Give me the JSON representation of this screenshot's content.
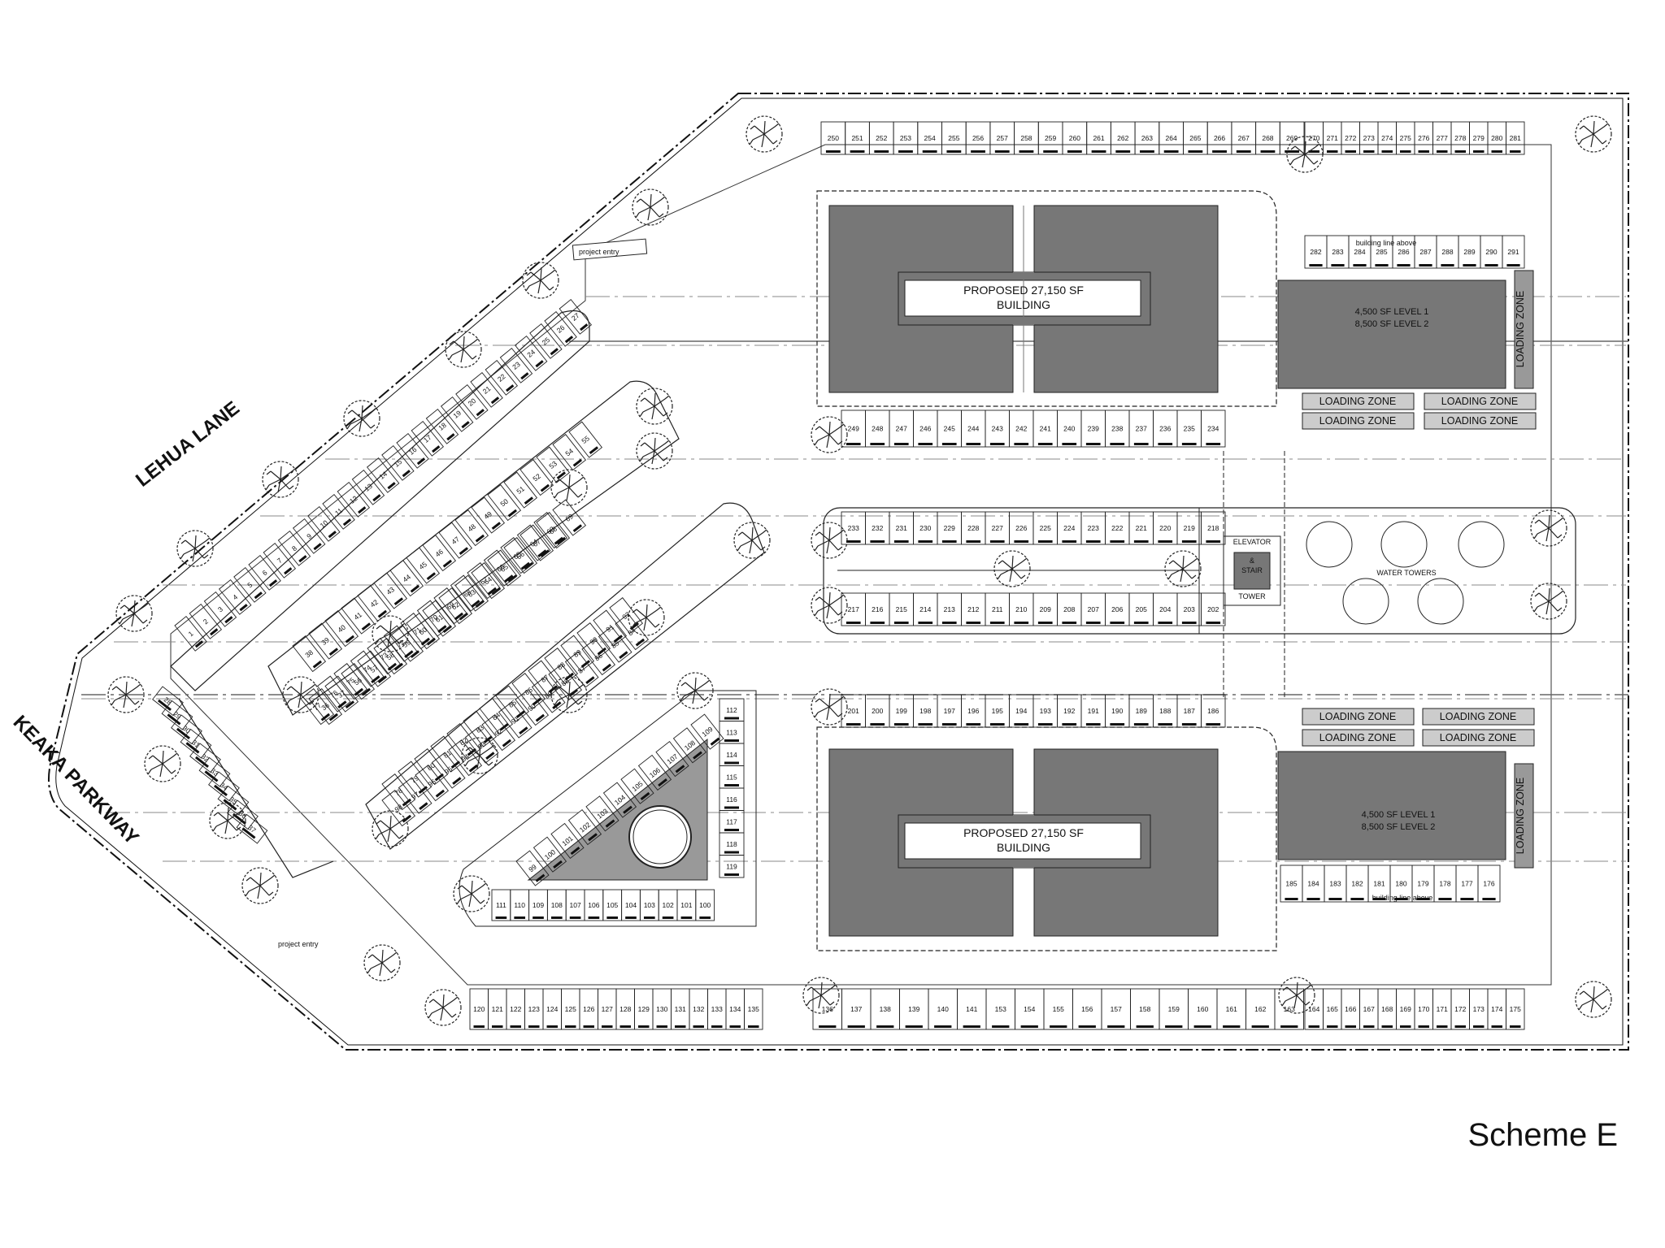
{
  "title": "Scheme E",
  "roads": {
    "lehua": "LEHUA LANE",
    "keaka": "KEAKA PARKWAY"
  },
  "project_entry": "project entry",
  "building_north": {
    "line1": "PROPOSED 27,150 SF",
    "line2": "BUILDING"
  },
  "building_south": {
    "line1": "PROPOSED 27,150 SF",
    "line2": "BUILDING"
  },
  "annex_north": {
    "line1": "4,500 SF LEVEL 1",
    "line2": "8,500 SF LEVEL 2"
  },
  "annex_south": {
    "line1": "4,500 SF LEVEL 1",
    "line2": "8,500 SF LEVEL 2"
  },
  "loading_zone": "LOADING ZONE",
  "building_line_above": "building line above",
  "water_towers": "WATER TOWERS",
  "elevator_tower": {
    "line1": "ELEVATOR",
    "line2": "&",
    "line3": "STAIR",
    "line4": "TOWER"
  },
  "stalls": {
    "top_row": [
      "250",
      "251",
      "252",
      "253",
      "254",
      "255",
      "256",
      "257",
      "258",
      "259",
      "260",
      "261",
      "262",
      "263",
      "264",
      "265",
      "266",
      "267",
      "268",
      "269"
    ],
    "top_right_row": [
      "270",
      "271",
      "272",
      "273",
      "274",
      "275",
      "276",
      "277",
      "278",
      "279",
      "280",
      "281"
    ],
    "annex_north_row": [
      "282",
      "283",
      "284",
      "285",
      "286",
      "287",
      "288",
      "289",
      "290",
      "291"
    ],
    "north_building_row": [
      "249",
      "248",
      "247",
      "246",
      "245",
      "244",
      "243",
      "242",
      "241",
      "240",
      "239",
      "238",
      "237",
      "236",
      "235",
      "234"
    ],
    "center_north_row": [
      "233",
      "232",
      "231",
      "230",
      "229",
      "228",
      "227",
      "226",
      "225",
      "224",
      "223",
      "222",
      "221",
      "220",
      "219",
      "218"
    ],
    "center_south_row": [
      "217",
      "216",
      "215",
      "214",
      "213",
      "212",
      "211",
      "210",
      "209",
      "208",
      "207",
      "206",
      "205",
      "204",
      "203",
      "202"
    ],
    "south_building_row": [
      "201",
      "200",
      "199",
      "198",
      "197",
      "196",
      "195",
      "194",
      "193",
      "192",
      "191",
      "190",
      "189",
      "188",
      "187",
      "186"
    ],
    "annex_south_row": [
      "185",
      "184",
      "183",
      "182",
      "181",
      "180",
      "179",
      "178",
      "177",
      "176"
    ],
    "bottom_left_row": [
      "120",
      "121",
      "122",
      "123",
      "124",
      "125",
      "126",
      "127",
      "128",
      "129",
      "130",
      "131",
      "132",
      "133",
      "134",
      "135"
    ],
    "bottom_mid_row": [
      "136",
      "137",
      "138",
      "139",
      "140",
      "141",
      "153",
      "154",
      "155",
      "156",
      "157",
      "158",
      "159",
      "160",
      "161",
      "162",
      "163"
    ],
    "bottom_right_row": [
      "164",
      "165",
      "166",
      "167",
      "168",
      "169",
      "170",
      "171",
      "172",
      "173",
      "174",
      "175"
    ],
    "triangle_bottom_row": [
      "111",
      "110",
      "109",
      "108",
      "107",
      "106",
      "105",
      "104",
      "103",
      "102",
      "101",
      "100"
    ],
    "triangle_right_col": [
      "112",
      "113",
      "114",
      "115",
      "116",
      "117",
      "118",
      "119"
    ],
    "triangle_diag_row": [
      "99",
      "100",
      "101",
      "102",
      "103",
      "104",
      "105",
      "106",
      "107",
      "108",
      "109"
    ],
    "diag_a": [
      "1",
      "2",
      "3",
      "4",
      "5",
      "6",
      "7",
      "8",
      "9",
      "10",
      "11",
      "12",
      "13",
      "14",
      "15",
      "16",
      "17",
      "18",
      "19",
      "20",
      "21",
      "22",
      "23",
      "24",
      "25",
      "26",
      "27"
    ],
    "diag_b": [
      "38",
      "39",
      "40",
      "41",
      "42",
      "43",
      "44",
      "45",
      "46",
      "47",
      "48",
      "49",
      "50",
      "51",
      "52",
      "53",
      "54",
      "55"
    ],
    "diag_c": [
      "36",
      "37",
      "56",
      "57",
      "58",
      "59",
      "60",
      "61",
      "62",
      "63",
      "64",
      "65",
      "66",
      "67",
      "68",
      "69"
    ],
    "diag_d": [
      "77",
      "76",
      "75",
      "74",
      "73",
      "72",
      "71",
      "70",
      "69",
      "68",
      "67",
      "66",
      "65",
      "64",
      "63"
    ],
    "diag_e": [
      "78",
      "79",
      "80",
      "81",
      "82",
      "83",
      "84",
      "85",
      "86",
      "87",
      "88",
      "89",
      "90",
      "91",
      "92"
    ],
    "diag_f": [
      "98",
      "97",
      "96",
      "95",
      "94",
      "93",
      "92",
      "91",
      "90",
      "89",
      "88",
      "87",
      "86",
      "85",
      "84"
    ],
    "west_diag": [
      "28",
      "29",
      "30",
      "31",
      "32",
      "33",
      "34",
      "35",
      "36",
      "37"
    ]
  }
}
